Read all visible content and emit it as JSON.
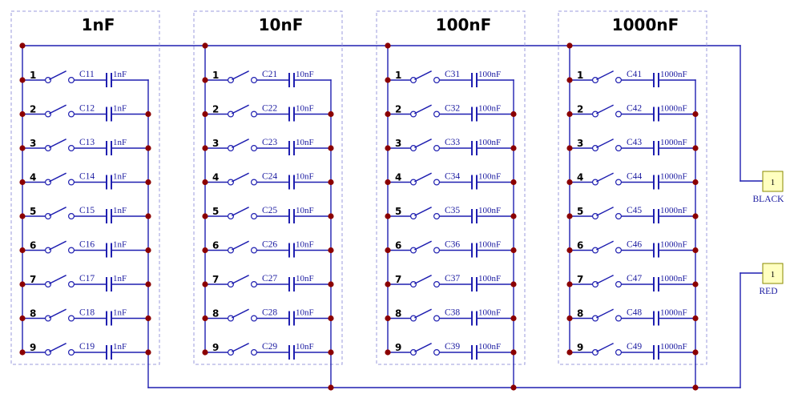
{
  "colors": {
    "wire": "#1f1fb0",
    "junction": "#8b0000",
    "border": "#9b9bdc",
    "connector_fill": "#ffffc0",
    "connector_stroke": "#8a8a00",
    "text": "#000000",
    "component_text": "#1a1aa0"
  },
  "banks": [
    {
      "title": "1nF",
      "switches": [
        {
          "number": "1",
          "ref": "C11",
          "value": "1nF"
        },
        {
          "number": "2",
          "ref": "C12",
          "value": "1nF"
        },
        {
          "number": "3",
          "ref": "C13",
          "value": "1nF"
        },
        {
          "number": "4",
          "ref": "C14",
          "value": "1nF"
        },
        {
          "number": "5",
          "ref": "C15",
          "value": "1nF"
        },
        {
          "number": "6",
          "ref": "C16",
          "value": "1nF"
        },
        {
          "number": "7",
          "ref": "C17",
          "value": "1nF"
        },
        {
          "number": "8",
          "ref": "C18",
          "value": "1nF"
        },
        {
          "number": "9",
          "ref": "C19",
          "value": "1nF"
        }
      ]
    },
    {
      "title": "10nF",
      "switches": [
        {
          "number": "1",
          "ref": "C21",
          "value": "10nF"
        },
        {
          "number": "2",
          "ref": "C22",
          "value": "10nF"
        },
        {
          "number": "3",
          "ref": "C23",
          "value": "10nF"
        },
        {
          "number": "4",
          "ref": "C24",
          "value": "10nF"
        },
        {
          "number": "5",
          "ref": "C25",
          "value": "10nF"
        },
        {
          "number": "6",
          "ref": "C26",
          "value": "10nF"
        },
        {
          "number": "7",
          "ref": "C27",
          "value": "10nF"
        },
        {
          "number": "8",
          "ref": "C28",
          "value": "10nF"
        },
        {
          "number": "9",
          "ref": "C29",
          "value": "10nF"
        }
      ]
    },
    {
      "title": "100nF",
      "switches": [
        {
          "number": "1",
          "ref": "C31",
          "value": "100nF"
        },
        {
          "number": "2",
          "ref": "C32",
          "value": "100nF"
        },
        {
          "number": "3",
          "ref": "C33",
          "value": "100nF"
        },
        {
          "number": "4",
          "ref": "C34",
          "value": "100nF"
        },
        {
          "number": "5",
          "ref": "C35",
          "value": "100nF"
        },
        {
          "number": "6",
          "ref": "C36",
          "value": "100nF"
        },
        {
          "number": "7",
          "ref": "C37",
          "value": "100nF"
        },
        {
          "number": "8",
          "ref": "C38",
          "value": "100nF"
        },
        {
          "number": "9",
          "ref": "C39",
          "value": "100nF"
        }
      ]
    },
    {
      "title": "1000nF",
      "switches": [
        {
          "number": "1",
          "ref": "C41",
          "value": "1000nF"
        },
        {
          "number": "2",
          "ref": "C42",
          "value": "1000nF"
        },
        {
          "number": "3",
          "ref": "C43",
          "value": "1000nF"
        },
        {
          "number": "4",
          "ref": "C44",
          "value": "1000nF"
        },
        {
          "number": "5",
          "ref": "C45",
          "value": "1000nF"
        },
        {
          "number": "6",
          "ref": "C46",
          "value": "1000nF"
        },
        {
          "number": "7",
          "ref": "C47",
          "value": "1000nF"
        },
        {
          "number": "8",
          "ref": "C48",
          "value": "1000nF"
        },
        {
          "number": "9",
          "ref": "C49",
          "value": "1000nF"
        }
      ]
    }
  ],
  "connectors": [
    {
      "pin": "1",
      "label": "BLACK"
    },
    {
      "pin": "1",
      "label": "RED"
    }
  ]
}
